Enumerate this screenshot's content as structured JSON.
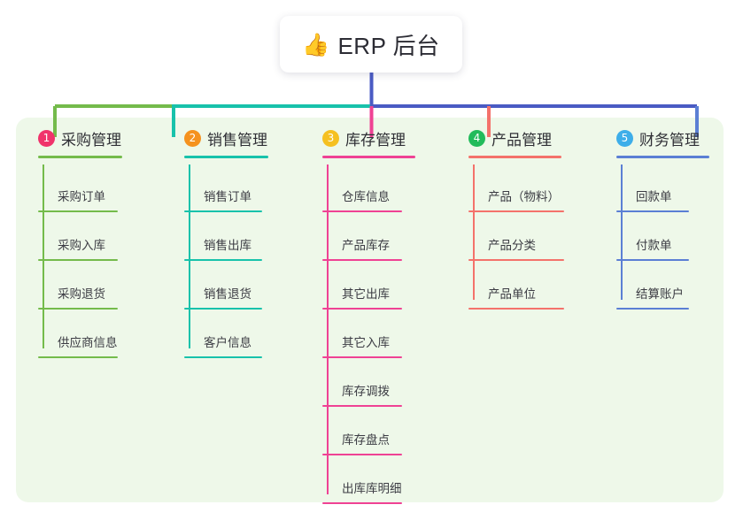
{
  "diagram": {
    "type": "mind-map",
    "root": {
      "icon": "thumbs-up-emoji",
      "icon_glyph": "👍",
      "label": "ERP 后台"
    },
    "panel_color": "#eef8e9",
    "background_color": "#ffffff",
    "trunk_color": "#4a5bc4",
    "branches": [
      {
        "number": "1",
        "label": "采购管理",
        "badge_color": "#f0336b",
        "line_color": "#74bb4b",
        "items": [
          {
            "label": "采购订单"
          },
          {
            "label": "采购入库"
          },
          {
            "label": "采购退货"
          },
          {
            "label": "供应商信息"
          }
        ]
      },
      {
        "number": "2",
        "label": "销售管理",
        "badge_color": "#f5921e",
        "line_color": "#18c2ab",
        "items": [
          {
            "label": "销售订单"
          },
          {
            "label": "销售出库"
          },
          {
            "label": "销售退货"
          },
          {
            "label": "客户信息"
          }
        ]
      },
      {
        "number": "3",
        "label": "库存管理",
        "badge_color": "#f5c020",
        "line_color": "#ef4294",
        "items": [
          {
            "label": "仓库信息"
          },
          {
            "label": "产品库存"
          },
          {
            "label": "其它出库"
          },
          {
            "label": "其它入库"
          },
          {
            "label": "库存调拨"
          },
          {
            "label": "库存盘点"
          },
          {
            "label": "出库库明细"
          }
        ]
      },
      {
        "number": "4",
        "label": "产品管理",
        "badge_color": "#22bb5b",
        "line_color": "#f4726b",
        "items": [
          {
            "label": "产品（物料）"
          },
          {
            "label": "产品分类"
          },
          {
            "label": "产品单位"
          }
        ]
      },
      {
        "number": "5",
        "label": "财务管理",
        "badge_color": "#3daee9",
        "line_color": "#5b7fd4",
        "items": [
          {
            "label": "回款单"
          },
          {
            "label": "付款单"
          },
          {
            "label": "结算账户"
          }
        ]
      }
    ]
  }
}
